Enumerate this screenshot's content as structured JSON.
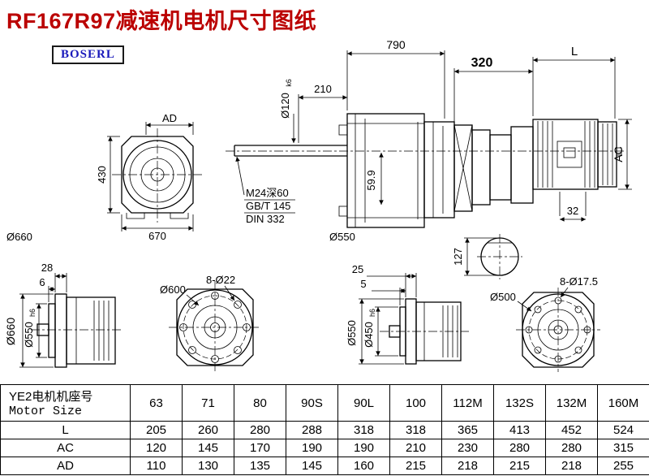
{
  "title": "RF167R97减速机电机尺寸图纸",
  "logo": "BOSERL",
  "front_view": {
    "dim_ad": "AD",
    "dim_height": "430",
    "dim_width": "670",
    "dia_label": "Ø660"
  },
  "side_view": {
    "dim_total": "790",
    "dim_shaft_len": "210",
    "shaft_dia": "Ø120",
    "shaft_dia_tol": "k6",
    "note_line1": "M24深60",
    "note_line2": "GB/T 145",
    "note_line3": "DIN 332",
    "dim_599": "59.9",
    "dia_label": "Ø550"
  },
  "motor_view": {
    "dim_320": "320",
    "dim_l": "L",
    "dim_ac": "AC",
    "dim_32": "32",
    "dim_127": "127"
  },
  "flange_view_left": {
    "dim_28": "28",
    "dim_6": "6",
    "dia_outer": "Ø660",
    "dia_spigot": "Ø550",
    "dia_spigot_tol": "h6"
  },
  "flange_face_left": {
    "dia_bolt_circle": "Ø600",
    "holes": "8-Ø22"
  },
  "flange_view_right": {
    "dim_25": "25",
    "dim_5": "5",
    "dia_outer": "Ø550",
    "dia_spigot": "Ø450",
    "dia_spigot_tol": "h6"
  },
  "flange_face_right": {
    "dia_bolt_circle": "Ø500",
    "holes": "8-Ø17.5"
  },
  "table": {
    "header_cn": "YE2电机机座号",
    "header_en": "Motor Size",
    "sizes": [
      "63",
      "71",
      "80",
      "90S",
      "90L",
      "100",
      "112M",
      "132S",
      "132M",
      "160M"
    ],
    "rows": [
      {
        "label": "L",
        "values": [
          "205",
          "260",
          "280",
          "288",
          "318",
          "318",
          "365",
          "413",
          "452",
          "524"
        ]
      },
      {
        "label": "AC",
        "values": [
          "120",
          "145",
          "170",
          "190",
          "190",
          "210",
          "230",
          "280",
          "280",
          "315"
        ]
      },
      {
        "label": "AD",
        "values": [
          "110",
          "130",
          "135",
          "145",
          "160",
          "215",
          "218",
          "215",
          "218",
          "255"
        ]
      }
    ]
  }
}
